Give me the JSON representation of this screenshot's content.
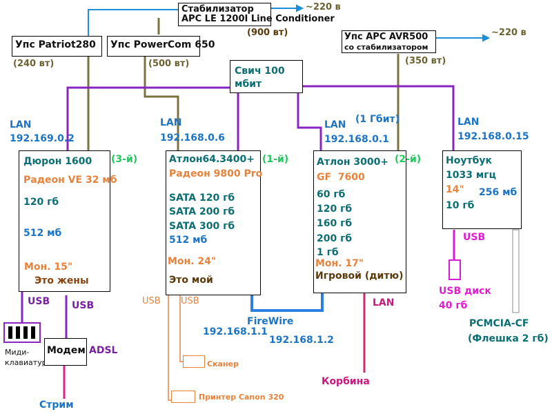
{
  "top": {
    "stabilizer_line1": "Стабилизатор",
    "stabilizer_line2": "APC LE 1200I Line Conditioner",
    "stabilizer_power": "(900 вт)",
    "mains_top": "~220 в",
    "mains_right": "~220 в"
  },
  "ups": {
    "patriot": "Упс Patriot280",
    "patriot_power": "(240 вт)",
    "powercom": "Упс PowerCom 650",
    "powercom_power": "(500 вт)",
    "apc_line1": "Упс APC AVR500",
    "apc_line2": "со стабилизатором",
    "apc_power": "(350 вт)"
  },
  "switch": {
    "line1": "Свич 100",
    "line2": "мбит"
  },
  "lan": {
    "label": "LAN",
    "pc1_ip": "192.169.0.2",
    "pc2_ip": "192.168.0.6",
    "pc3_gbit": "(1 Гбит)",
    "pc3_ip": "192.168.0.1",
    "notebook_ip": "192.168.0.15"
  },
  "pc1": {
    "cpu": "Дюрон 1600",
    "num": "(3-й)",
    "gpu": "Радеон VE 32 мб",
    "hdd": "120 гб",
    "ram": "512 мб",
    "monitor": "Мон. 15\"",
    "owner": "Это жены"
  },
  "pc2": {
    "cpu": "Атлон64.3400+",
    "num": "(1-й)",
    "gpu": "Радеон 9800 Pro",
    "sata1": "SATA 120 гб",
    "sata2": "SATA 200 гб",
    "sata3": "SATA 300 гб",
    "ram": "512 мб",
    "monitor": "Мон. 24\"",
    "owner": "Это мой"
  },
  "pc3": {
    "cpu": "Атлон 3000+",
    "num": "(2-й)",
    "gpu": "GF  7600",
    "hdd1": "60 гб",
    "hdd2": "120 гб",
    "hdd3": "160 гб",
    "hdd4": "200 гб",
    "ram": "1 гб",
    "monitor": "Мон. 17\"",
    "owner": "Игровой (дитю)"
  },
  "notebook": {
    "name": "Ноутбук",
    "cpu": "1033 мгц",
    "screen": "14\"",
    "ram": "256 мб",
    "hdd": "10 гб"
  },
  "peripherals": {
    "usb": "USB",
    "midi_line1": "Миди-",
    "midi_line2": "клавиатура",
    "modem": "Модем",
    "adsl": "ADSL",
    "stream": "Стрим",
    "scanner": "Сканер",
    "printer": "Принтер Canon 320",
    "firewire": "FireWire",
    "fw_ip1": "192.168.1.1",
    "fw_ip2": "192.168.1.2",
    "lan_label": "LAN",
    "provider": "Корбина",
    "usb_disk_line1": "USB диск",
    "usb_disk_line2": "40 гб",
    "pcmcia_line1": "PCMCIA-CF",
    "pcmcia_line2": "(Флешка 2 гб)"
  }
}
